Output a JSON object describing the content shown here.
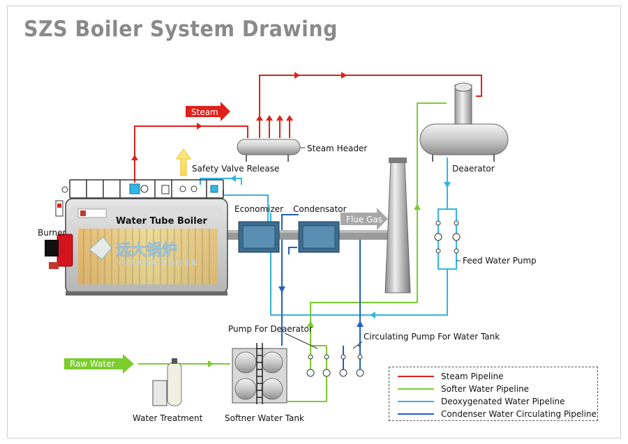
{
  "title": "SZS Boiler System Drawing",
  "labels": {
    "steam_arrow": "Steam",
    "steam_header": "Steam Header",
    "safety_valve": "Safety Valve Release",
    "deaerator": "Deaerator",
    "economizer": "Economizer",
    "condensator": "Condensator",
    "flue_gas": "Flue Gas",
    "boiler": "Water Tube Boiler",
    "burner": "Burner",
    "feed_water_pump": "Feed Water Pump",
    "pump_for_deaerator": "Pump For Deaerator",
    "circulating_pump": "Circulating Pump For Water Tank",
    "raw_water": "Raw Water",
    "water_treatment": "Water Treatment",
    "softner_tank": "Softner Water Tank",
    "watermark_cn": "远大锅炉",
    "watermark_en": "YUANDA BOILER"
  },
  "legend": [
    {
      "label": "Steam Pipeline",
      "color": "#e0201b"
    },
    {
      "label": "Softer Water Pipeline",
      "color": "#7ccc2e"
    },
    {
      "label": "Deoxygenated Water Pipeline",
      "color": "#33b5e5"
    },
    {
      "label": "Condenser Water Circulating Pipeline",
      "color": "#1f5fc8"
    }
  ],
  "colors": {
    "steam": "#e0201b",
    "softer": "#7ccc2e",
    "deoxy": "#33b5e5",
    "condenser": "#1f5fc8",
    "flue": "#9a9a9a",
    "hx": "#3a6d90"
  }
}
